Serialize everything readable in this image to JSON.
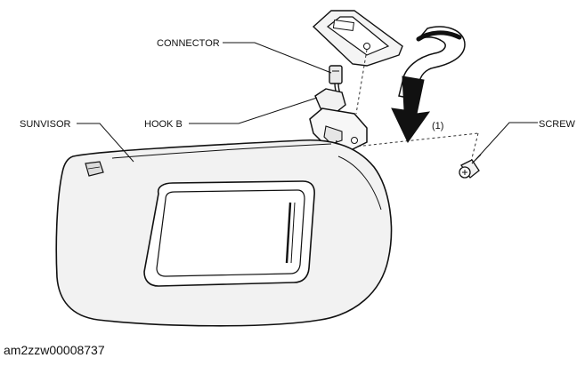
{
  "labels": {
    "connector": "CONNECTOR",
    "sunvisor": "SUNVISOR",
    "hook_b": "HOOK B",
    "step": "(1)",
    "screw": "SCREW"
  },
  "figure_id": "am2zzw00008737"
}
